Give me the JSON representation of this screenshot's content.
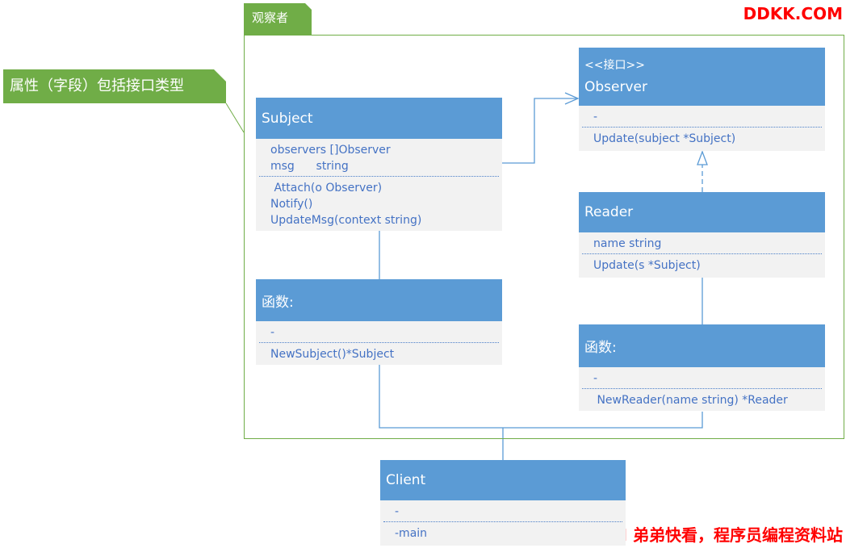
{
  "watermark_top": "DDKK.COM",
  "watermark_bottom": "DDKK.COM 弟弟快看，程序员编程资料站",
  "frame_title": "观察者",
  "note": "属性（字段）包括接口类型",
  "subject": {
    "name": "Subject",
    "attrs": [
      "observers []Observer",
      "msg      string"
    ],
    "ops": [
      " Attach(o Observer)",
      "Notify()",
      "UpdateMsg(context string)"
    ]
  },
  "observer": {
    "stereotype": "<<接口>>",
    "name": "Observer",
    "attrs": [
      "-"
    ],
    "ops": [
      "Update(subject *Subject)"
    ]
  },
  "reader": {
    "name": "Reader",
    "attrs": [
      "name string"
    ],
    "ops": [
      "Update(s *Subject)"
    ]
  },
  "subject_funcs": {
    "name": "函数:",
    "attrs": [
      "-"
    ],
    "ops": [
      "NewSubject()*Subject"
    ]
  },
  "reader_funcs": {
    "name": "函数:",
    "attrs": [
      "-"
    ],
    "ops": [
      " NewReader(name string) *Reader"
    ]
  },
  "client": {
    "name": "Client",
    "attrs": [
      "-"
    ],
    "ops": [
      "-main"
    ]
  },
  "colors": {
    "header": "#5b9bd5",
    "body": "#f2f2f2",
    "text": "#4472c4",
    "frame": "#70ad47",
    "watermark": "#ff0000"
  }
}
